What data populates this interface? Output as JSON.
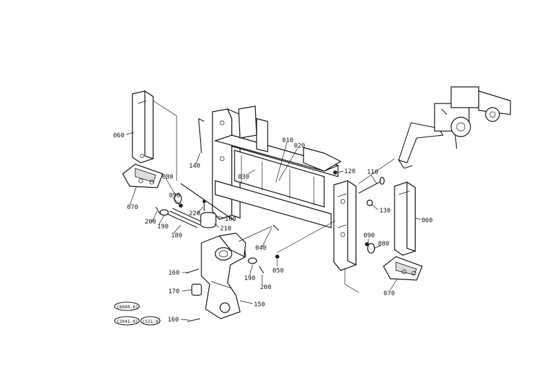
{
  "parts": {
    "p010": "010",
    "p020": "020",
    "p030": "030",
    "p040": "040",
    "p050": "050",
    "p060_left": "060",
    "p060_right": "060",
    "p070_left": "070",
    "p070_right": "070",
    "p080_left": "080",
    "p080_right": "080",
    "p090_left": "090",
    "p090_right": "090",
    "p100": "100",
    "p110": "110",
    "p120": "120",
    "p130": "130",
    "p140": "140",
    "p150": "150",
    "p160_upper": "160",
    "p160_lower": "160",
    "p170": "170",
    "p180": "180",
    "p190_left": "190",
    "p190_right": "190",
    "p200_left": "200",
    "p200_right": "200",
    "p210": "210",
    "p220": "220"
  },
  "legend": {
    "code_top": "(8000-0)",
    "code_left": "(3041-0)",
    "code_right": "(S21-0)"
  },
  "icons": {
    "tractor": "backhoe-tractor-icon"
  }
}
